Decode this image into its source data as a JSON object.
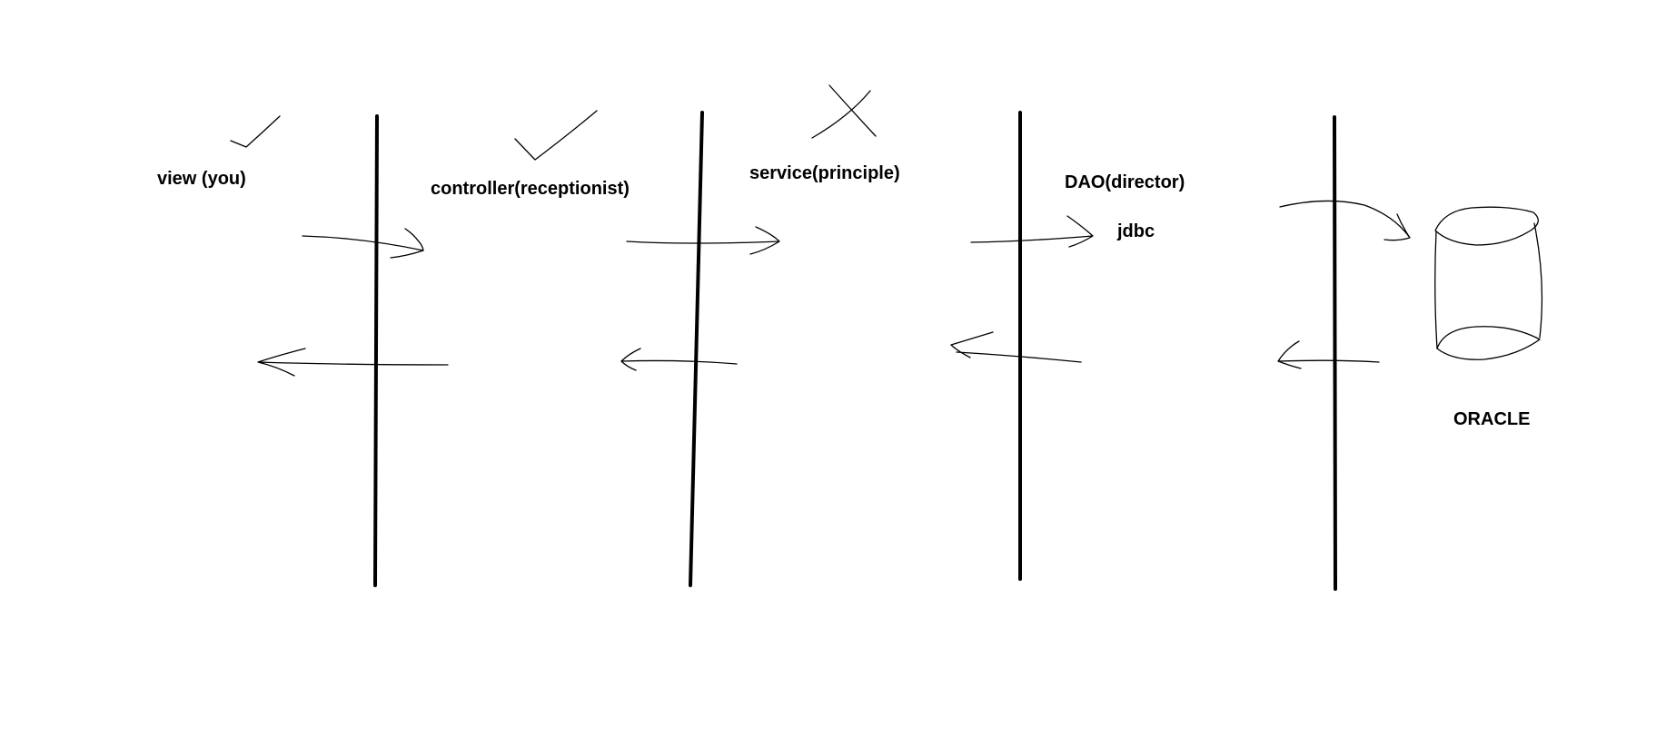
{
  "diagram": {
    "layers": [
      {
        "id": "view",
        "label": "view (you)",
        "status": "check"
      },
      {
        "id": "controller",
        "label": "controller(receptionist)",
        "status": "check"
      },
      {
        "id": "service",
        "label": "service(principle)",
        "status": "cross"
      },
      {
        "id": "dao",
        "label": "DAO(director)",
        "status": "none"
      }
    ],
    "dao_note": "jdbc",
    "database": {
      "label": "ORACLE",
      "icon": "database-cylinder-icon"
    },
    "colors": {
      "ink": "#000000",
      "background": "#ffffff"
    }
  }
}
